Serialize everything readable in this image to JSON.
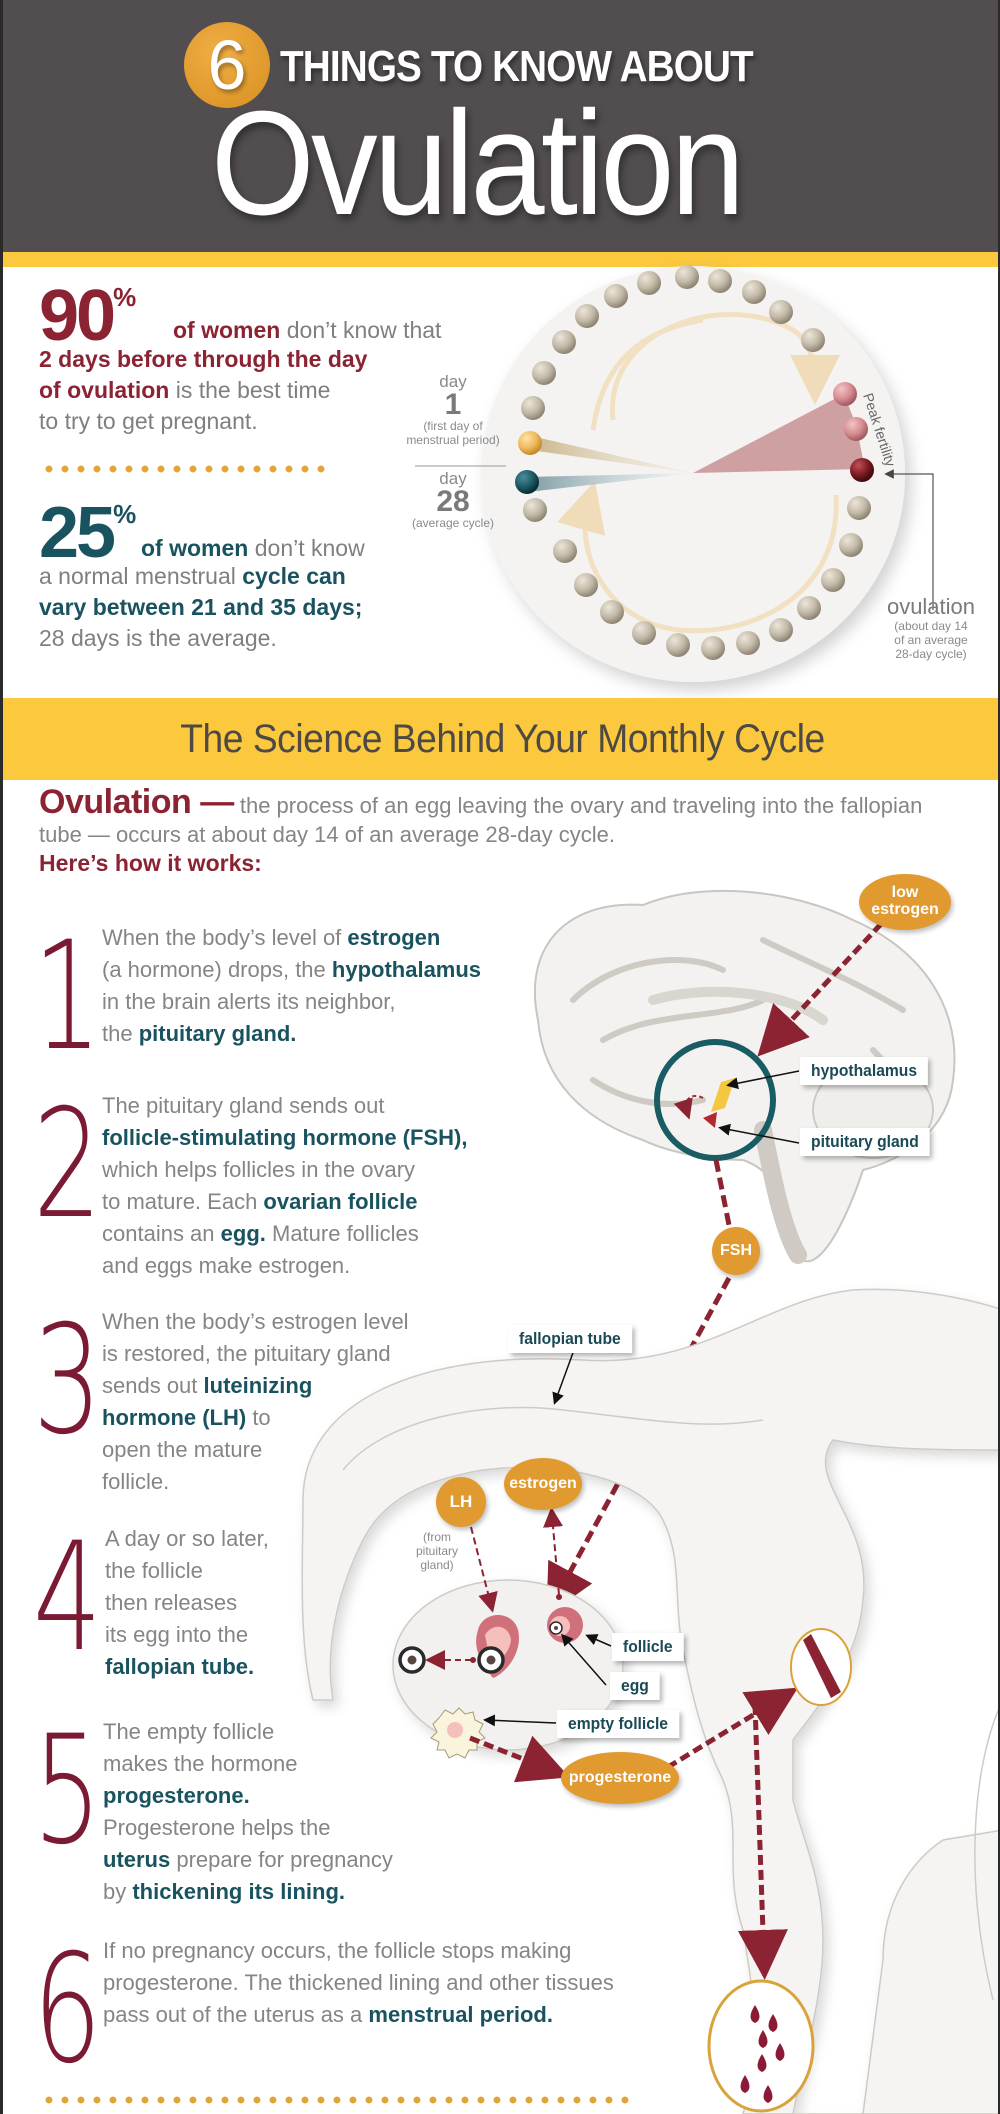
{
  "header": {
    "badge_number": "6",
    "subtitle": "THINGS TO KNOW ABOUT",
    "title": "Ovulation"
  },
  "stats": [
    {
      "number": "90",
      "percent": "%",
      "segments": [
        {
          "text": "of women",
          "style": "red-b"
        },
        {
          "text": " don’t know that ",
          "style": "plain"
        },
        {
          "text": "2 days before through the day of ovulation",
          "style": "red-b"
        },
        {
          "text": " is the best time to try to get pregnant.",
          "style": "plain"
        }
      ],
      "lines": [
        "of women don’t know that",
        "2 days before through the day",
        "of ovulation is the best time",
        "to try to get pregnant."
      ]
    },
    {
      "number": "25",
      "percent": "%",
      "segments": [
        {
          "text": "of women",
          "style": "teal-b"
        },
        {
          "text": " don’t know a normal menstrual ",
          "style": "plain"
        },
        {
          "text": "cycle can vary between 21 and 35 days;",
          "style": "teal-b"
        },
        {
          "text": " 28 days is the average.",
          "style": "plain"
        }
      ]
    }
  ],
  "cycle_wheel": {
    "total_days": 28,
    "day1": {
      "label": "day",
      "number": "1",
      "note_line1": "(first day of",
      "note_line2": "menstrual period)",
      "color": "#f0b85a"
    },
    "day28": {
      "label": "day",
      "number": "28",
      "note": "(average cycle)",
      "color": "#1c5a66"
    },
    "peak_label": "Peak fertility",
    "peak_color": "#c89094",
    "ovulation": {
      "label": "ovulation",
      "note_line1": "(about day 14",
      "note_line2": "of an average",
      "note_line3": "28-day cycle)",
      "color": "#7a1a22"
    },
    "bead_color": "#c2b8a6"
  },
  "band": {
    "title": "The Science Behind Your Monthly Cycle"
  },
  "intro": {
    "lead": "Ovulation —",
    "text": " the process of an egg leaving the ovary and traveling into the fallopian tube — occurs at about day 14 of an average 28-day cycle.",
    "how": "Here’s how it works:"
  },
  "steps": [
    {
      "number": "1",
      "lines": [
        [
          {
            "t": "When the body’s level of ",
            "b": false
          },
          {
            "t": "estrogen",
            "b": true
          }
        ],
        [
          {
            "t": "(a hormone) drops, the ",
            "b": false
          },
          {
            "t": "hypothalamus",
            "b": true
          }
        ],
        [
          {
            "t": "in the brain alerts its neighbor,",
            "b": false
          }
        ],
        [
          {
            "t": "the ",
            "b": false
          },
          {
            "t": "pituitary gland.",
            "b": true
          }
        ]
      ]
    },
    {
      "number": "2",
      "lines": [
        [
          {
            "t": "The pituitary gland sends out",
            "b": false
          }
        ],
        [
          {
            "t": "follicle-stimulating hormone (FSH),",
            "b": true
          }
        ],
        [
          {
            "t": "which helps follicles in the ovary",
            "b": false
          }
        ],
        [
          {
            "t": "to mature. Each ",
            "b": false
          },
          {
            "t": "ovarian follicle",
            "b": true
          }
        ],
        [
          {
            "t": "contains an ",
            "b": false
          },
          {
            "t": "egg.",
            "b": true
          },
          {
            "t": " Mature follicles",
            "b": false
          }
        ],
        [
          {
            "t": "and eggs make estrogen.",
            "b": false
          }
        ]
      ]
    },
    {
      "number": "3",
      "lines": [
        [
          {
            "t": "When the body’s estrogen level",
            "b": false
          }
        ],
        [
          {
            "t": "is restored, the pituitary gland",
            "b": false
          }
        ],
        [
          {
            "t": "sends out ",
            "b": false
          },
          {
            "t": "luteinizing",
            "b": true
          }
        ],
        [
          {
            "t": "hormone (LH)",
            "b": true
          },
          {
            "t": " to",
            "b": false
          }
        ],
        [
          {
            "t": "open the mature",
            "b": false
          }
        ],
        [
          {
            "t": "follicle.",
            "b": false
          }
        ]
      ]
    },
    {
      "number": "4",
      "lines": [
        [
          {
            "t": "A day or so later,",
            "b": false
          }
        ],
        [
          {
            "t": "the follicle",
            "b": false
          }
        ],
        [
          {
            "t": "then releases",
            "b": false
          }
        ],
        [
          {
            "t": "its egg into the",
            "b": false
          }
        ],
        [
          {
            "t": "fallopian tube.",
            "b": true
          }
        ]
      ]
    },
    {
      "number": "5",
      "lines": [
        [
          {
            "t": "The empty follicle",
            "b": false
          }
        ],
        [
          {
            "t": "makes the hormone",
            "b": false
          }
        ],
        [
          {
            "t": "progesterone.",
            "b": true
          }
        ],
        [
          {
            "t": "Progesterone helps the",
            "b": false
          }
        ],
        [
          {
            "t": "uterus",
            "b": true
          },
          {
            "t": " prepare for pregnancy",
            "b": false
          }
        ],
        [
          {
            "t": "by ",
            "b": false
          },
          {
            "t": "thickening its lining.",
            "b": true
          }
        ]
      ]
    },
    {
      "number": "6",
      "lines": [
        [
          {
            "t": "If no pregnancy occurs, the follicle stops making",
            "b": false
          }
        ],
        [
          {
            "t": "progesterone. The thickened lining and other tissues",
            "b": false
          }
        ],
        [
          {
            "t": "pass out of the uterus as a ",
            "b": false
          },
          {
            "t": "menstrual period.",
            "b": true
          }
        ]
      ]
    }
  ],
  "diagram": {
    "pills": {
      "low_estrogen": "low estrogen",
      "fsh": "FSH",
      "lh": "LH",
      "lh_note": "(from pituitary gland)",
      "estrogen": "estrogen",
      "progesterone": "progesterone"
    },
    "tags": {
      "hypothalamus": "hypothalamus",
      "pituitary": "pituitary gland",
      "fallopian": "fallopian tube",
      "follicle": "follicle",
      "egg": "egg",
      "empty_follicle": "empty follicle"
    }
  },
  "colors": {
    "header_bg": "#524e4f",
    "accent_yellow": "#fcc93e",
    "accent_orange": "#e09a30",
    "crimson": "#8b2332",
    "teal": "#1a5360",
    "step_number": "#7a1a33"
  }
}
